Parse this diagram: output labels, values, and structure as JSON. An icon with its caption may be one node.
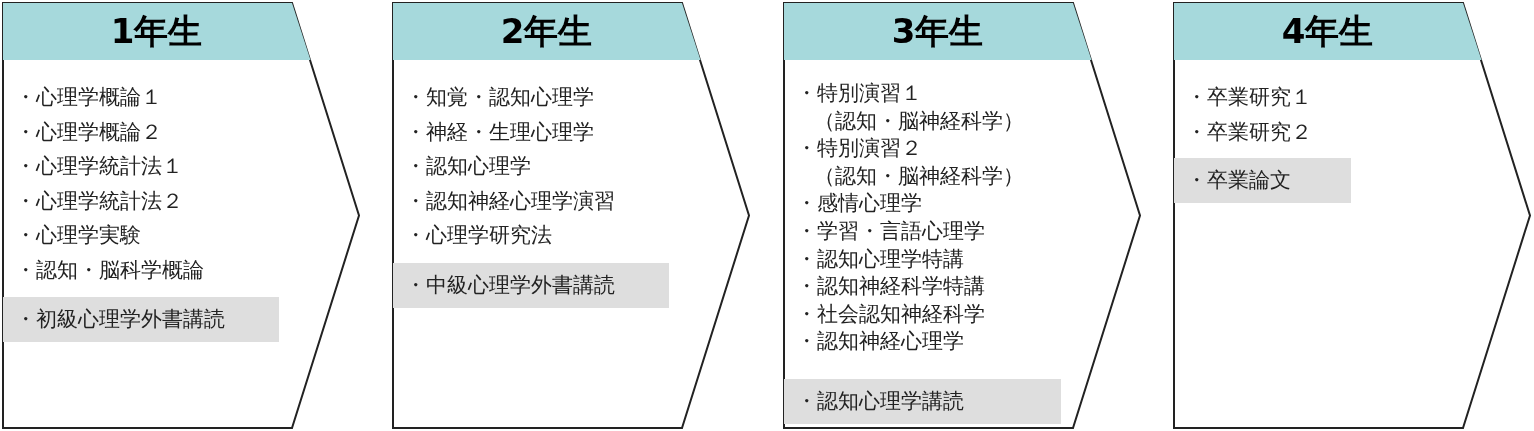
{
  "diagram": {
    "nodes": [
      {
        "text": [
          "・心理学概論１",
          "・心理学概論２",
          "・心理学統計法１",
          "・心理学統計法２",
          "・心理学実験",
          "・認知・脳科学概論"
        ]
      },
      {
        "text": [
          "1年生"
        ],
        "in": 0
      },
      {
        "text": [
          "・初級心理学外書講読"
        ],
        "in": 0
      },
      {
        "text": [
          "・知覚・認知心理学",
          "・神経・生理心理学",
          "・認知心理学",
          "・認知神経心理学演習",
          "・心理学研究法"
        ]
      },
      {
        "text": [
          "2年生"
        ],
        "in": 3
      },
      {
        "text": [
          "・中級心理学外書講読"
        ],
        "in": 3
      },
      {
        "text": [
          "・特別演習１（認知・脳神経科学）",
          "・特別演習２（認知・脳神経科学）",
          "・感情心理学",
          "・学習・言語心理学",
          "・認知心理学特講",
          "・認知神経科学特講",
          "・社会認知神経科学",
          "・認知神経心理学"
        ]
      },
      {
        "text": [
          "3年生"
        ],
        "in": 6
      },
      {
        "text": [
          "・認知心理学講読"
        ],
        "in": 6
      },
      {
        "text": [
          "・卒業研究１",
          "・卒業研究２"
        ]
      },
      {
        "text": [
          "4年生"
        ],
        "in": 9
      },
      {
        "text": [
          "・卒業論文"
        ],
        "in": 9
      }
    ]
  }
}
